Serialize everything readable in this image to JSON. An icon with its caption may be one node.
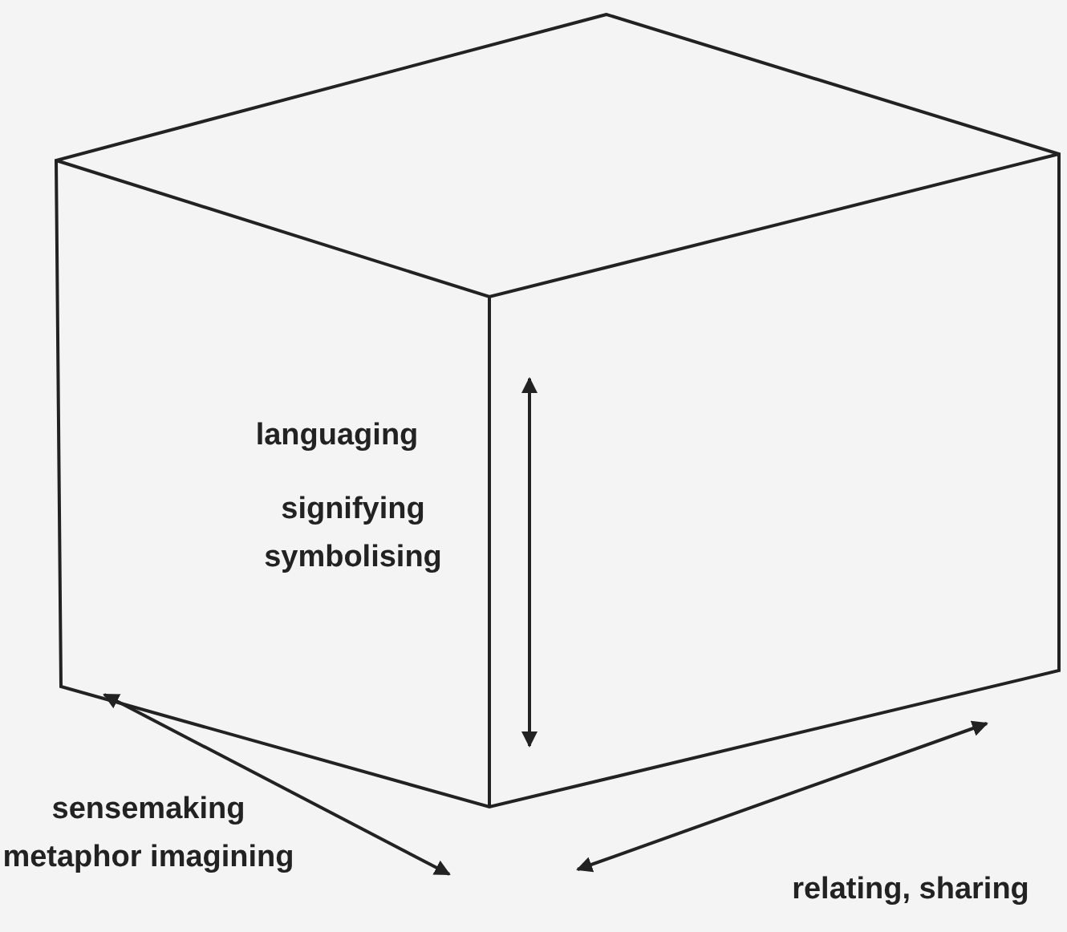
{
  "diagram": {
    "labels": [
      "languaging",
      "signifying symbolising",
      "sensemaking metaphor imagining",
      "relating, sharing"
    ]
  }
}
